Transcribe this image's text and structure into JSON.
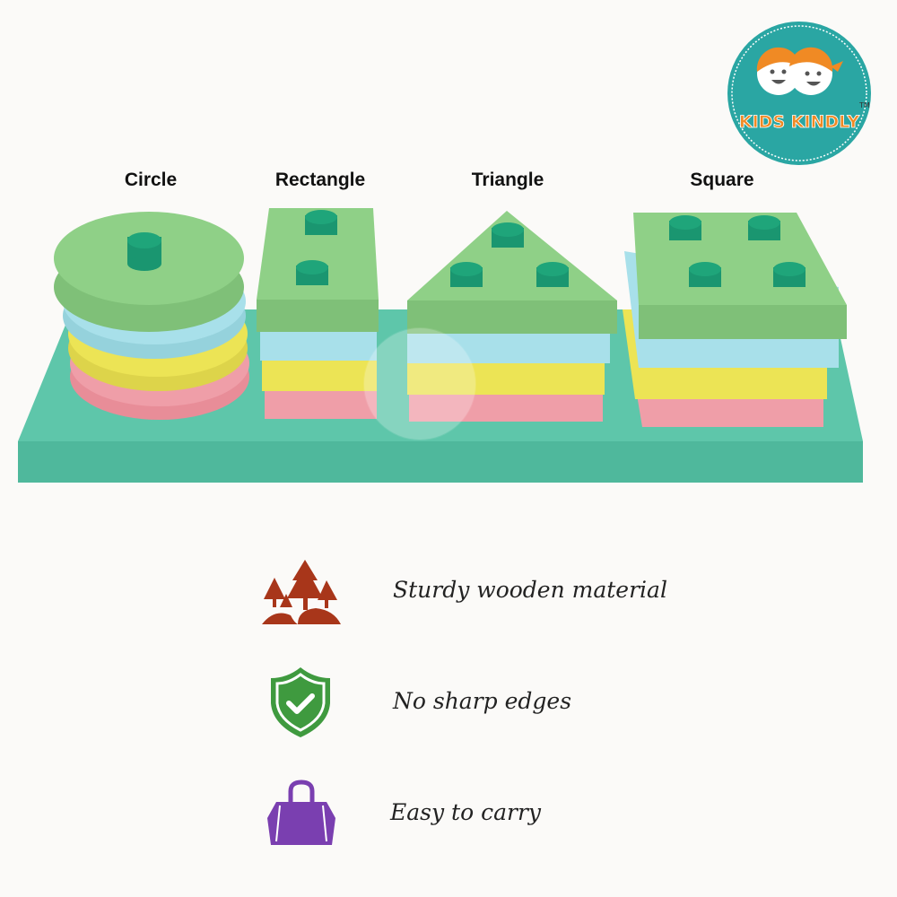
{
  "brand": {
    "name": "KIDS KINDLY",
    "trademark": "TM",
    "colors": {
      "teal": "#2aa6a3",
      "orange": "#f08a24"
    }
  },
  "shape_labels": [
    "Circle",
    "Rectangle",
    "Triangle",
    "Square"
  ],
  "features": [
    {
      "icon": "forest-trees-icon",
      "text": "Sturdy wooden material",
      "color": "#a8361a"
    },
    {
      "icon": "shield-check-icon",
      "text": "No sharp edges",
      "color": "#3f9a3f"
    },
    {
      "icon": "handbag-icon",
      "text": "Easy to carry",
      "color": "#7a3fb0"
    }
  ],
  "toy_colors": {
    "green": "#8fd087",
    "blue": "#a8e0ea",
    "yellow": "#ece455",
    "pink": "#ef9ea8",
    "base": "#5ec6aa",
    "peg": "#1fa57a"
  }
}
